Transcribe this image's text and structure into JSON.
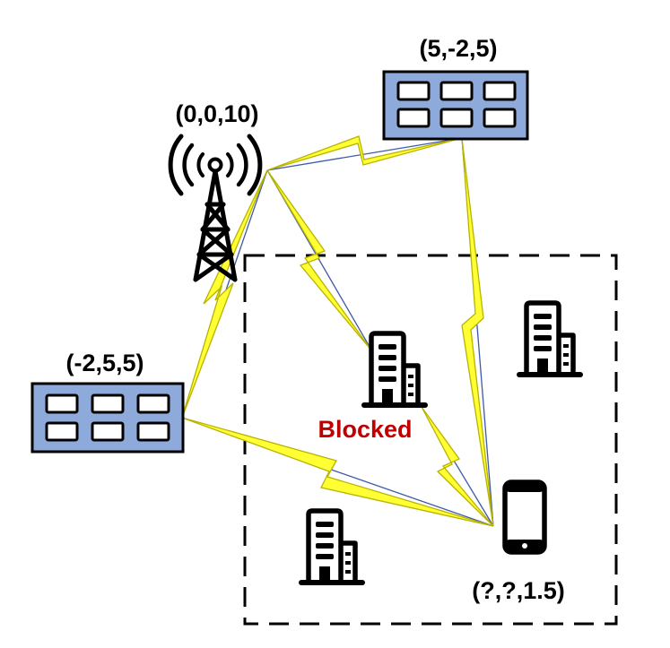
{
  "labels": {
    "tower": "(0,0,10)",
    "ris_top": "(5,-2,5)",
    "ris_left": "(-2,5,5)",
    "phone": "(?,?,1.5)",
    "blocked": "Blocked"
  },
  "colors": {
    "panel_fill": "#8eaadb",
    "bolt_fill": "#ffff33",
    "bolt_edge": "#b8b300",
    "link_line": "#3c5aa6",
    "blocked_text": "#c00000",
    "outline": "#000000"
  },
  "icons": [
    "cell-tower-icon",
    "ris-panel-icon",
    "building-icon",
    "smartphone-icon"
  ]
}
